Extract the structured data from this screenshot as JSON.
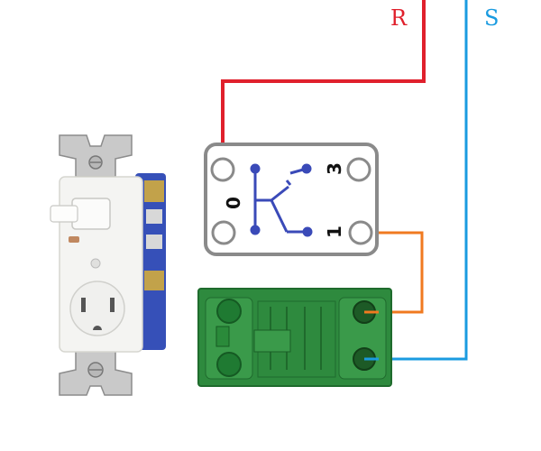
{
  "labels": {
    "wire_r": "R",
    "wire_s": "S"
  },
  "switch_diagram": {
    "terminal_top_left": "0",
    "terminal_top_right": "3",
    "terminal_bottom_right": "1"
  },
  "colors": {
    "wire_r": "#e0202c",
    "wire_s": "#1a9be0",
    "wire_switch_to_outlet": "#f07a20",
    "switch_symbol": "#3a4ab8",
    "diagram_frame": "#8a8a8a",
    "green_outlet": "#2e8a3e",
    "blue_body": "#3650b8"
  }
}
